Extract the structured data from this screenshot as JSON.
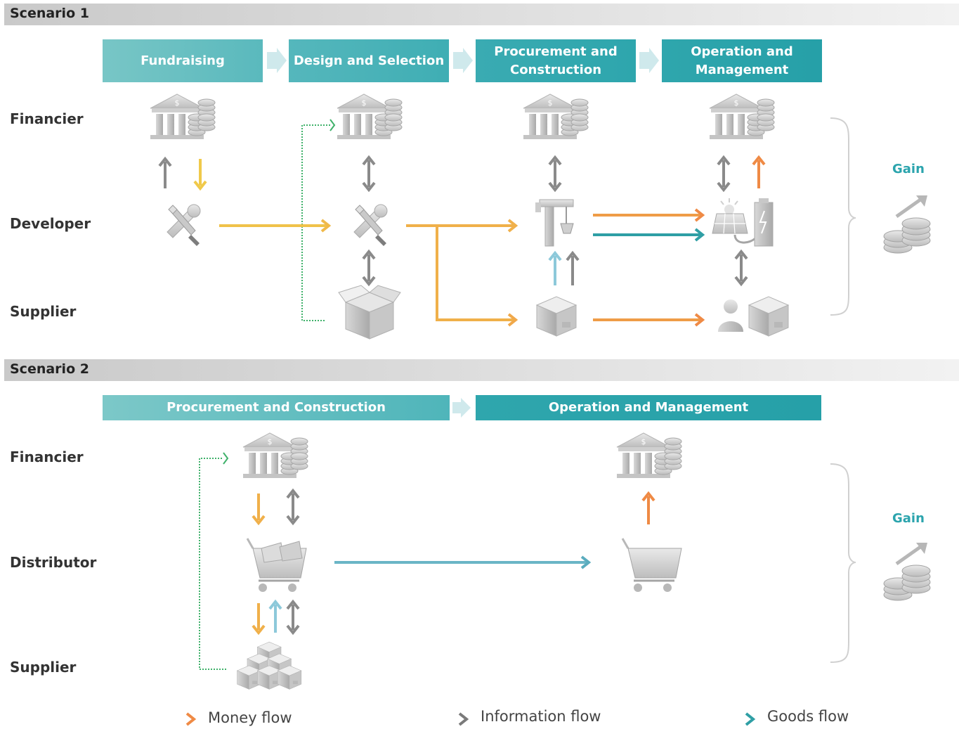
{
  "scenario1": {
    "title": "Scenario 1",
    "phases": [
      "Fundraising",
      "Design and Selection",
      "Procurement and Construction",
      "Operation and Management"
    ],
    "rows": [
      "Financier",
      "Developer",
      "Supplier"
    ],
    "gain": "Gain"
  },
  "scenario2": {
    "title": "Scenario 2",
    "phases": [
      "Procurement and Construction",
      "Operation and Management"
    ],
    "rows": [
      "Financier",
      "Distributor",
      "Supplier"
    ],
    "gain": "Gain"
  },
  "legend": {
    "money": "Money flow",
    "information": "Information flow",
    "goods": "Goods flow"
  },
  "colors": {
    "money_start": "#f0c94a",
    "money_end": "#ef8a45",
    "information": "#8a8a8a",
    "goods_start": "#a9d6e6",
    "goods_end": "#2f9fa5",
    "phase_light": "#7cc8c8",
    "phase_dark": "#2aa3aa",
    "dotted": "#3fb16a"
  },
  "icons": {
    "financier": "bank-with-coins-icon",
    "developer": "wrench-screwdriver-icon",
    "supplier": "box-icon",
    "construction": "crane-icon",
    "operation": "solar-panel-battery-icon",
    "user": "person-icon",
    "distributor": "shopping-cart-icon",
    "gain": "coins-growth-icon"
  }
}
